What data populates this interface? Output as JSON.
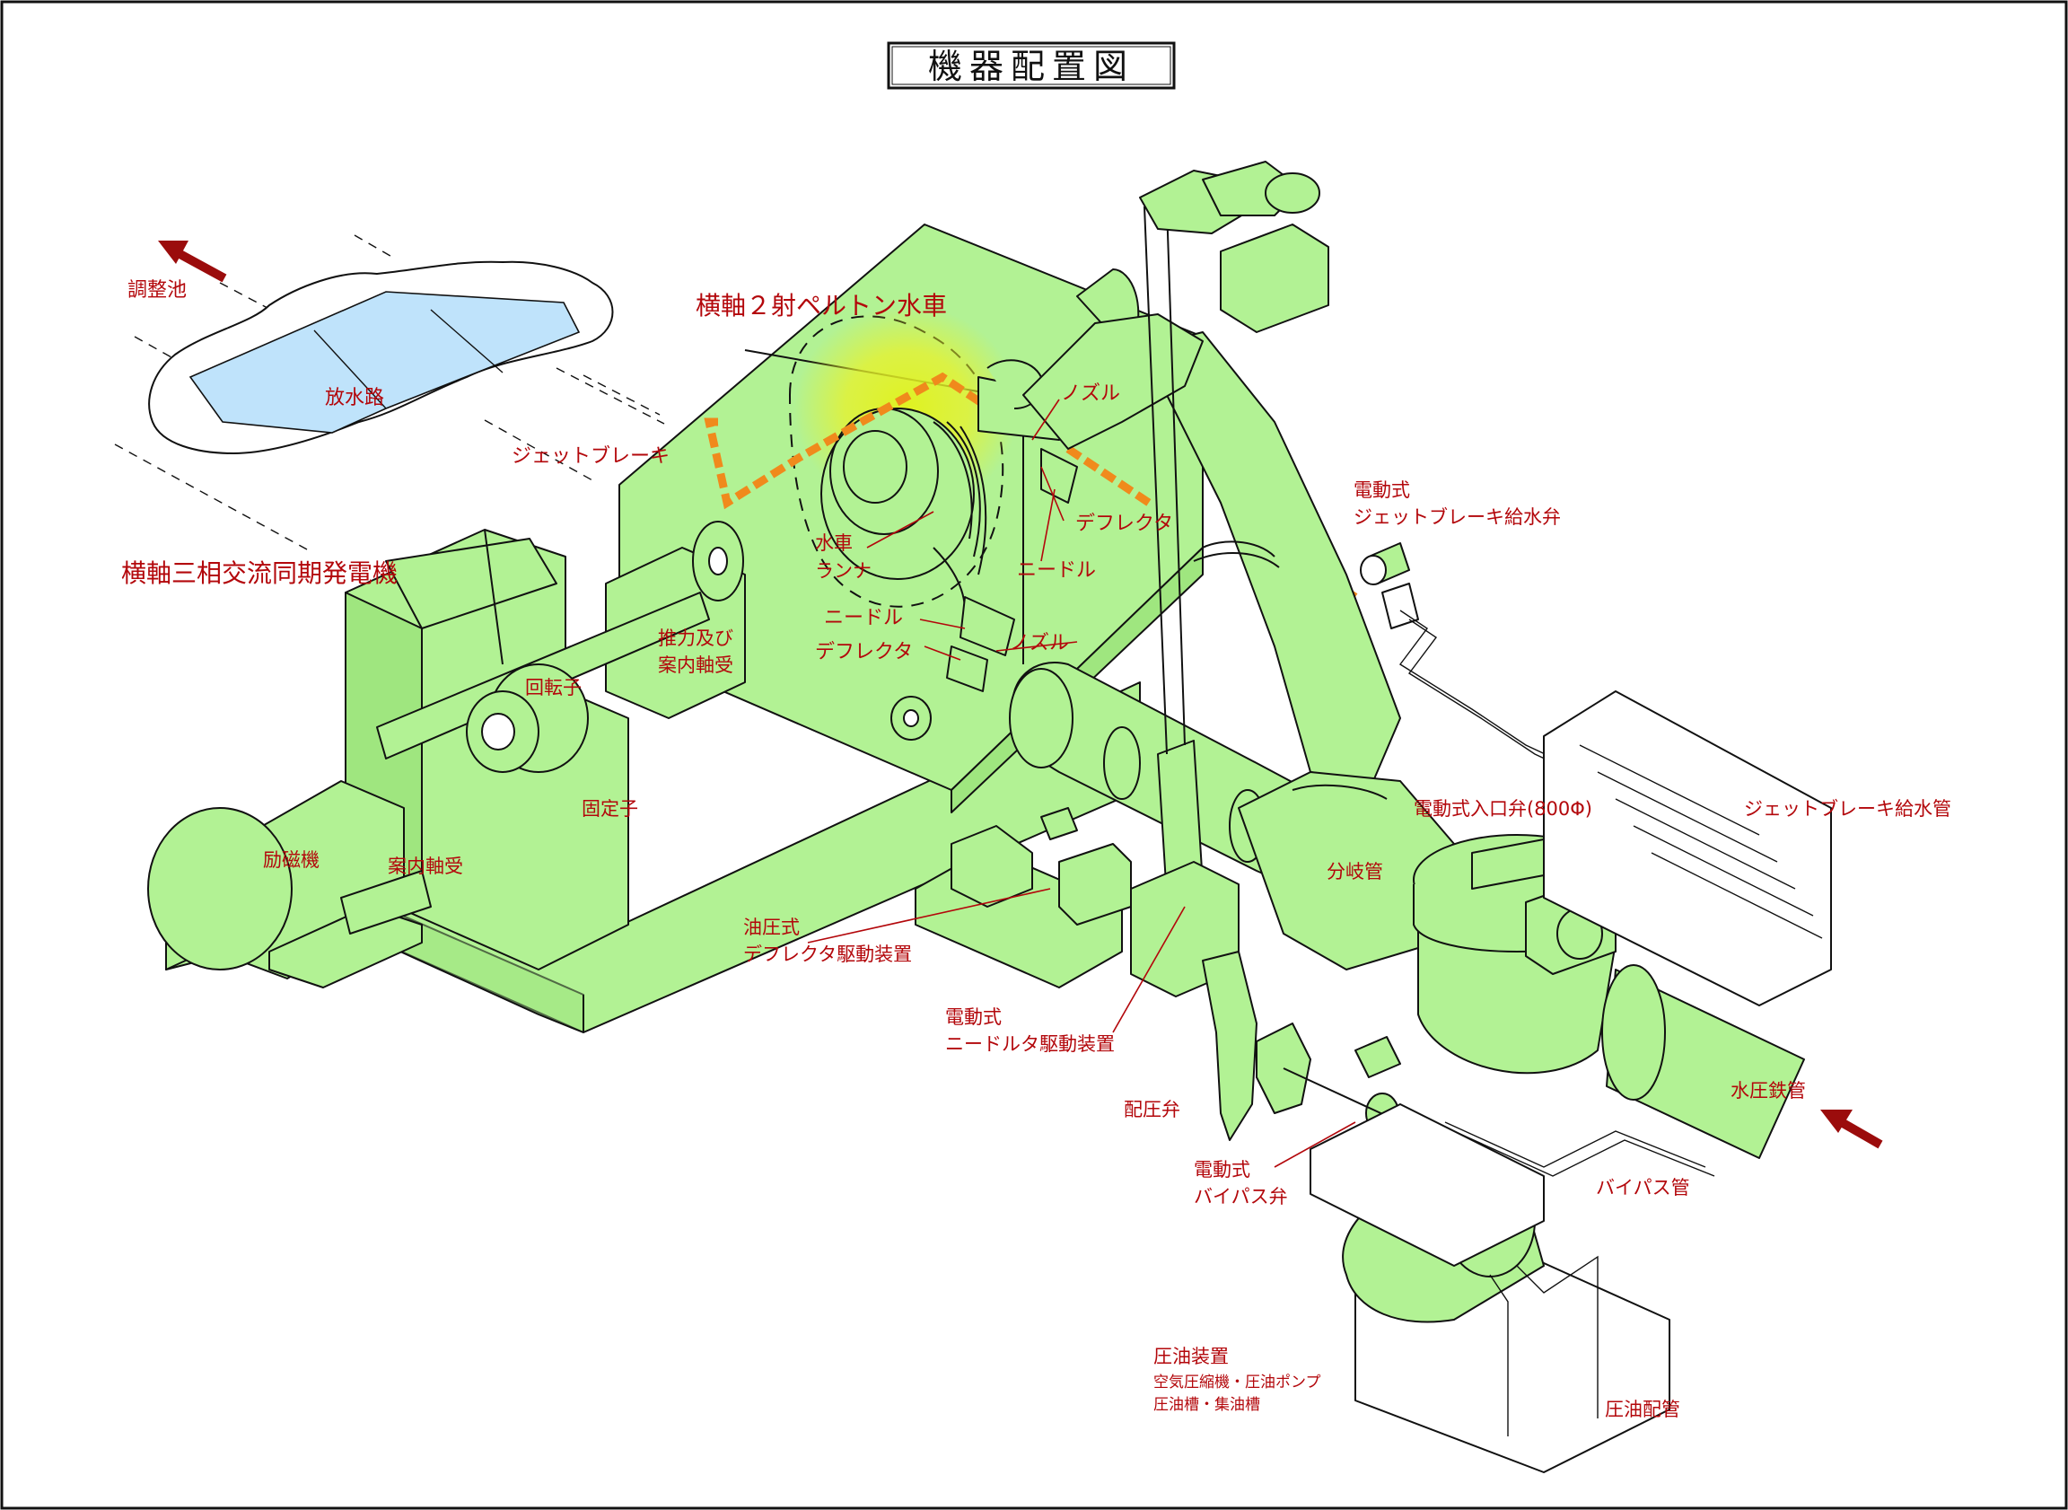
{
  "title": "機器配置図",
  "labels": {
    "regulating_pond": "調整池",
    "tailrace": "放水路",
    "turbine": "横軸２射ペルトン水車",
    "jet_brake": "ジェットブレーキ",
    "nozzle_upper": "ノズル",
    "deflector_upper": "デフレクタ",
    "needle_upper": "ニードル",
    "runner_line1": "水車",
    "runner_line2": "ランナ",
    "needle_lower": "ニードル",
    "deflector_lower": "デフレクタ",
    "nozzle_lower": "ノズル",
    "generator": "横軸三相交流同期発電機",
    "thrust_bearing_line1": "推力及び",
    "thrust_bearing_line2": "案内軸受",
    "rotor": "回転子",
    "stator": "固定子",
    "exciter": "励磁機",
    "guide_bearing": "案内軸受",
    "hydraulic_deflector_line1": "油圧式",
    "hydraulic_deflector_line2": "デフレクタ駆動装置",
    "electric_needle_line1": "電動式",
    "electric_needle_line2": "ニードルタ駆動装置",
    "jet_brake_valve_line1": "電動式",
    "jet_brake_valve_line2": "ジェットブレーキ給水弁",
    "inlet_valve": "電動式入口弁(800Φ)",
    "jet_brake_pipe": "ジェットブレーキ給水管",
    "branch_pipe": "分岐管",
    "penstock": "水圧鉄管",
    "pilot_valve": "配圧弁",
    "bypass_valve_line1": "電動式",
    "bypass_valve_line2": "バイパス弁",
    "bypass_pipe": "バイパス管",
    "oil_unit": "圧油装置",
    "oil_unit_sub1": "空気圧縮機・圧油ポンプ",
    "oil_unit_sub2": "圧油槽・集油槽",
    "oil_piping": "圧油配管"
  },
  "colors": {
    "equipment": "#b2f294",
    "equipment_shade": "#9fe67f",
    "water": "#bfe3fb",
    "label_text": "#b3070b",
    "arrow": "#9b0c0c",
    "jet_brake_path": "#f08a1c",
    "runner_glow": "#e8f22a"
  },
  "arrows": [
    {
      "name": "arrow-to-regulating-pond",
      "direction": "up-left"
    },
    {
      "name": "arrow-from-penstock",
      "direction": "up-left"
    }
  ]
}
